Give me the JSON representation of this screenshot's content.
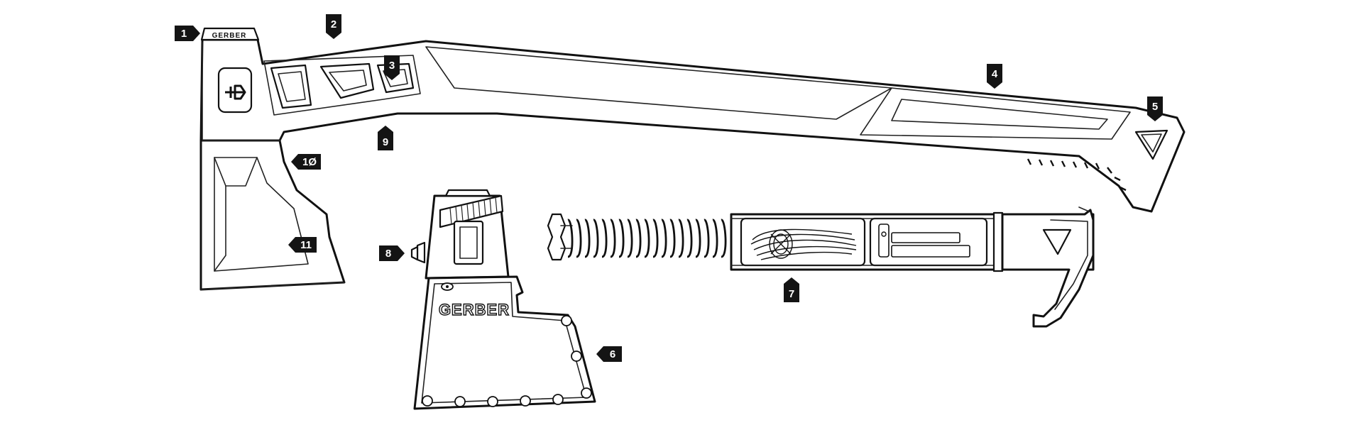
{
  "colors": {
    "ink": "#111111",
    "callout_fill": "#141414",
    "callout_text": "#ffffff",
    "background": "#ffffff"
  },
  "brand": {
    "head_band": "GERBER",
    "sheath": "GERBER"
  },
  "callouts": [
    {
      "id": "c1",
      "label": "1",
      "pointer": "right"
    },
    {
      "id": "c2",
      "label": "2",
      "pointer": "down"
    },
    {
      "id": "c3",
      "label": "3",
      "pointer": "down"
    },
    {
      "id": "c4",
      "label": "4",
      "pointer": "down"
    },
    {
      "id": "c5",
      "label": "5",
      "pointer": "down"
    },
    {
      "id": "c6",
      "label": "6",
      "pointer": "left"
    },
    {
      "id": "c7",
      "label": "7",
      "pointer": "up"
    },
    {
      "id": "c8",
      "label": "8",
      "pointer": "right"
    },
    {
      "id": "c9",
      "label": "9",
      "pointer": "up"
    },
    {
      "id": "c10",
      "label": "1Ø",
      "pointer": "left"
    },
    {
      "id": "c11",
      "label": "11",
      "pointer": "left"
    }
  ],
  "icons": [
    "gerber-logo-icon",
    "triangle-lanyard-hole-icon",
    "paracord-bundle-icon",
    "ferro-rod-icon"
  ]
}
